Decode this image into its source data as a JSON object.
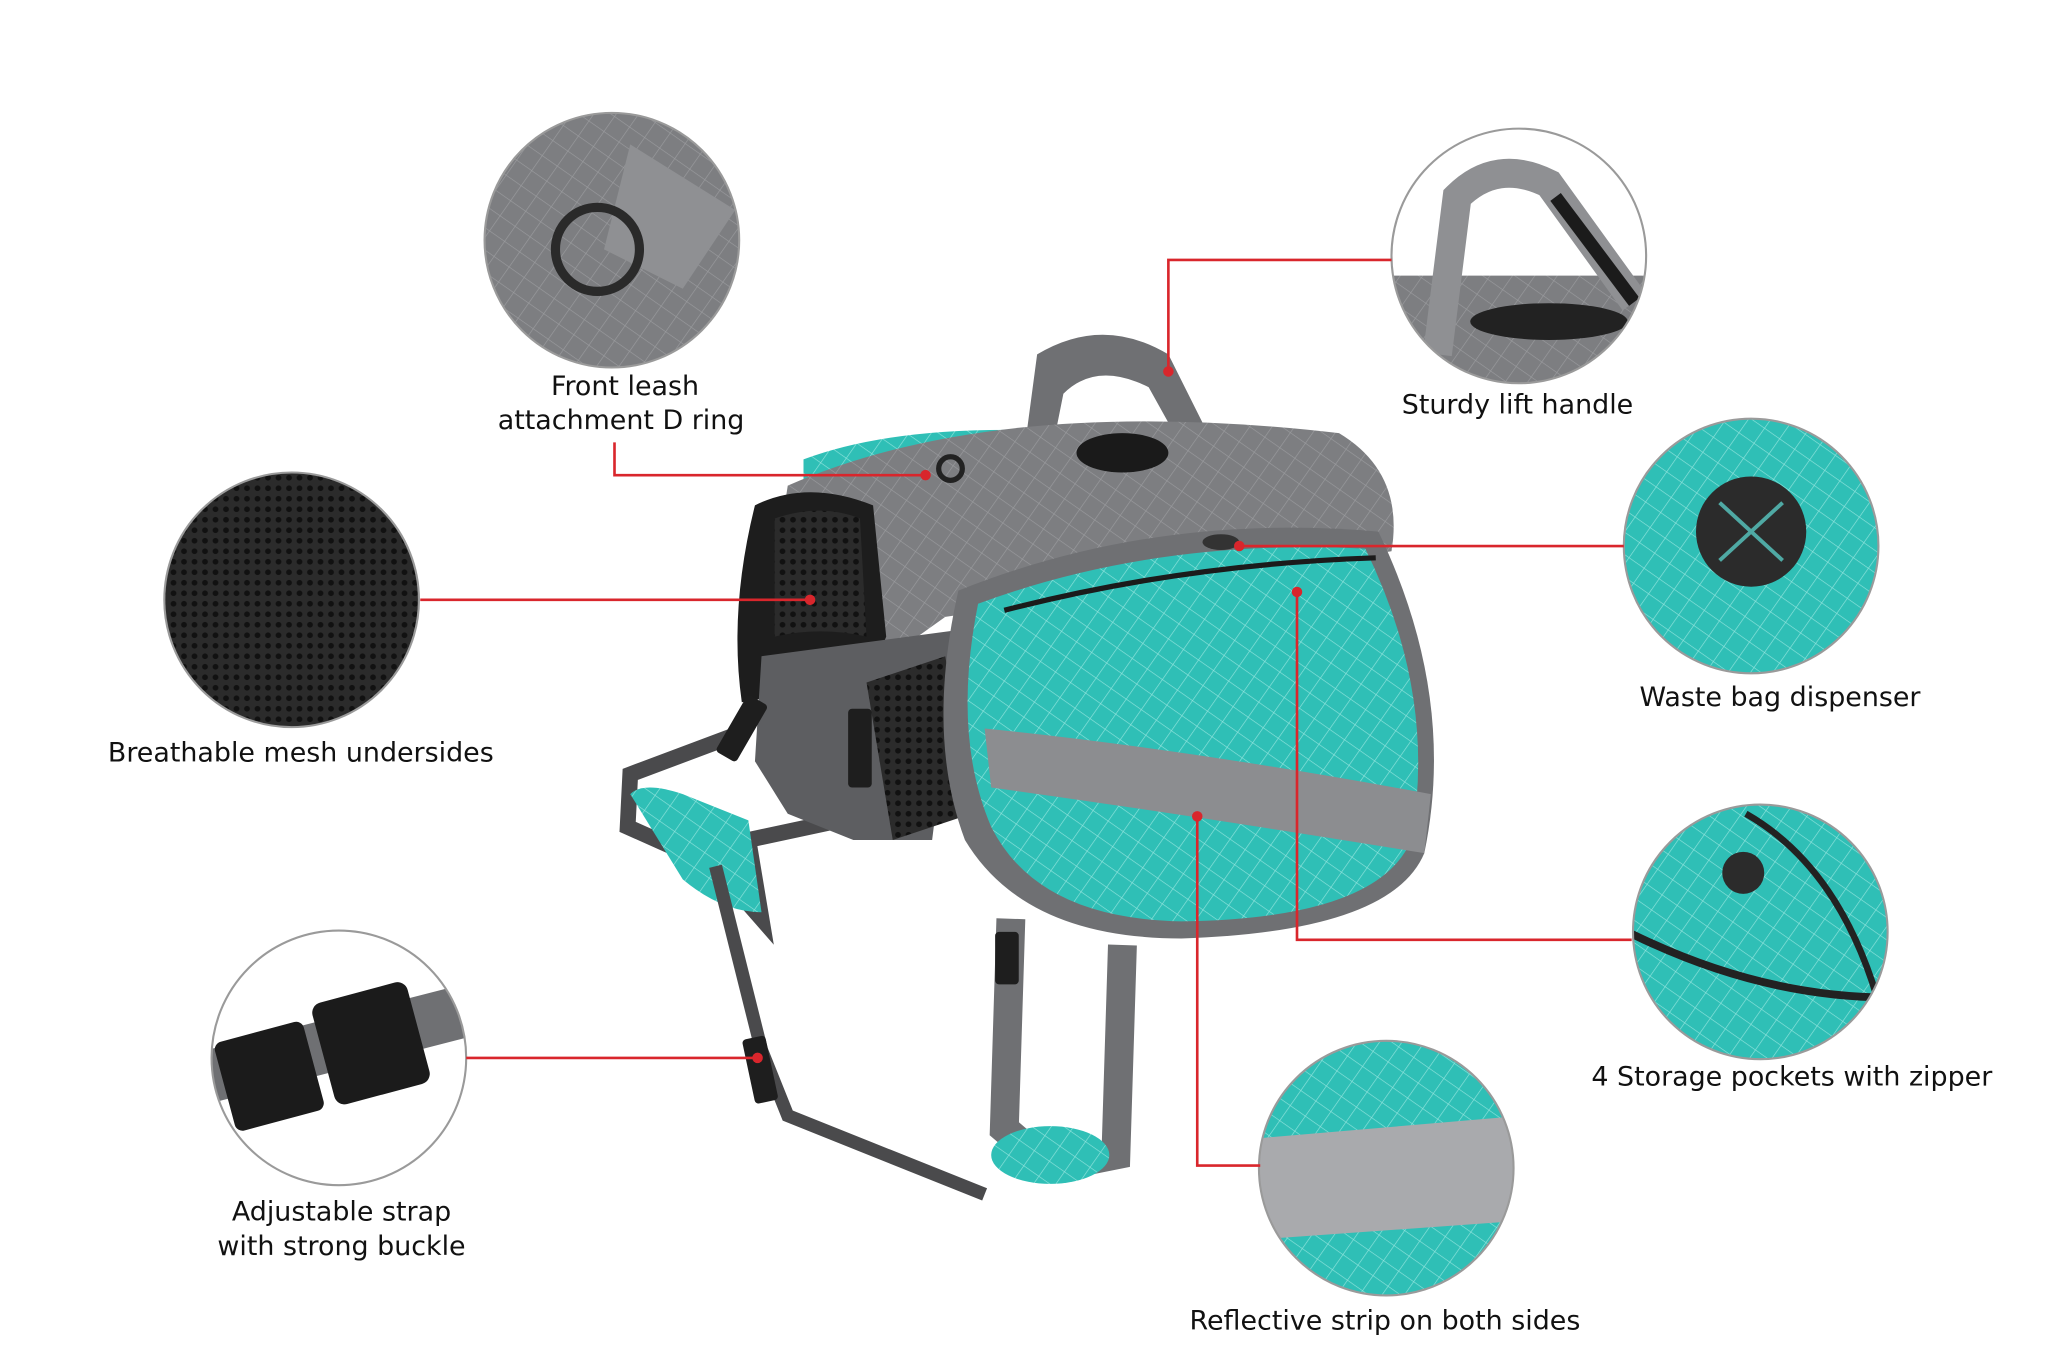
{
  "features": [
    {
      "id": "d-ring",
      "lines": [
        "Front leash",
        "attachment D ring"
      ]
    },
    {
      "id": "handle",
      "lines": [
        "Sturdy lift handle"
      ]
    },
    {
      "id": "mesh",
      "lines": [
        "Breathable mesh undersides"
      ]
    },
    {
      "id": "waste-bag",
      "lines": [
        "Waste bag dispenser"
      ]
    },
    {
      "id": "pockets",
      "lines": [
        "4 Storage pockets with zipper"
      ]
    },
    {
      "id": "buckle",
      "lines": [
        "Adjustable strap",
        "with strong buckle"
      ]
    },
    {
      "id": "reflective",
      "lines": [
        "Reflective strip on both sides"
      ]
    }
  ],
  "colors": {
    "teal": "#2fbfb6",
    "gray": "#6f7073",
    "dark": "#2a2a2a",
    "leader": "#d9262c"
  }
}
